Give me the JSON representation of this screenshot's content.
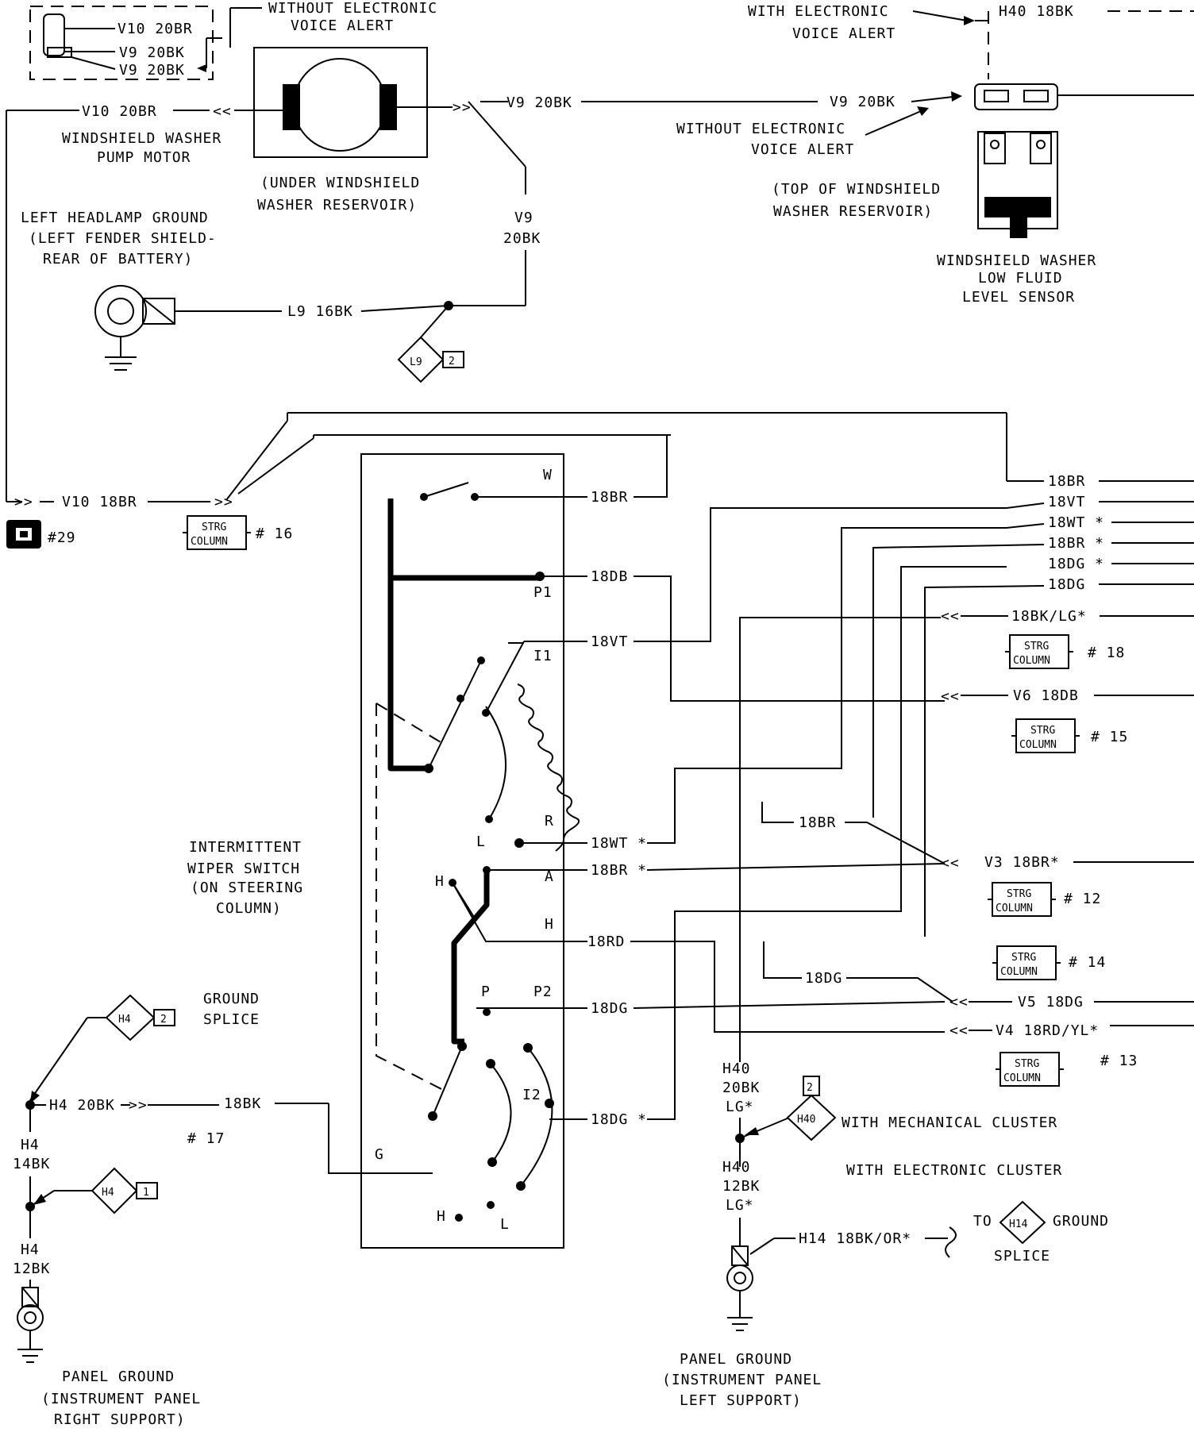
{
  "colors": {
    "ink": "#000000",
    "paper": "#ffffff"
  },
  "top_left": {
    "v10_20br_a": "V10 20BR",
    "v9_20bk_a": "V9 20BK",
    "v9_20bk_b": "V9 20BK",
    "without_alert_1": "WITHOUT ELECTRONIC",
    "without_alert_2": "VOICE ALERT",
    "v10_20br_b": "V10 20BR",
    "pump_1": "WINDSHIELD WASHER",
    "pump_2": "PUMP MOTOR",
    "under_1": "(UNDER WINDSHIELD",
    "under_2": "WASHER RESERVOIR)",
    "v9_20bk_c": "V9 20BK",
    "v9_vert_1": "V9",
    "v9_vert_2": "20BK",
    "headlamp_1": "LEFT HEADLAMP GROUND",
    "headlamp_2": "(LEFT FENDER SHIELD-",
    "headlamp_3": "REAR OF BATTERY)",
    "l9_16bk": "L9 16BK",
    "l9_splice": "L9",
    "l9_splice_num": "2"
  },
  "top_right": {
    "with_alert_1": "WITH ELECTRONIC",
    "with_alert_2": "VOICE ALERT",
    "h40_18bk": "H40 18BK",
    "v9_20bk": "V9 20BK",
    "without_alert_1": "WITHOUT ELECTRONIC",
    "without_alert_2": "VOICE ALERT",
    "top_res_1": "(TOP OF WINDSHIELD",
    "top_res_2": "WASHER RESERVOIR)",
    "sensor_1": "WINDSHIELD WASHER",
    "sensor_2": "LOW FLUID",
    "sensor_3": "LEVEL SENSOR"
  },
  "left_mid": {
    "v10_18br": "V10 18BR",
    "connector_ref": "#29",
    "strg_1": "STRG",
    "strg_2": "COLUMN",
    "strg_num": "# 16"
  },
  "switch": {
    "title_1": "INTERMITTENT",
    "title_2": "WIPER SWITCH",
    "title_3": "(ON STEERING",
    "title_4": "COLUMN)",
    "term_w": "W",
    "term_p1": "P1",
    "term_i1": "I1",
    "term_r": "R",
    "term_l_top": "L",
    "term_h_left": "H",
    "term_a": "A",
    "term_h_right": "H",
    "term_p": "P",
    "term_p2": "P2",
    "term_i2": "I2",
    "term_g": "G",
    "term_h_bottom": "H",
    "term_l_bottom": "L",
    "w_18br": "18BR",
    "w_18db": "18DB",
    "w_18vt": "18VT",
    "w_18wt": "18WT *",
    "w_18br_star": "18BR *",
    "w_18rd": "18RD",
    "w_18dg": "18DG",
    "w_18dg_star": "18DG *",
    "w_18bk": "18BK"
  },
  "right_side": {
    "r_18br": "18BR",
    "r_18vt": "18VT",
    "r_18wt": "18WT *",
    "r_18br_star": "18BR *",
    "r_18dg_star": "18DG *",
    "r_18dg": "18DG",
    "r_18bk_lg": "18BK/LG*",
    "strg_18": "# 18",
    "v6_18db": "V6 18DB",
    "strg_15": "# 15",
    "mid_18br": "18BR",
    "v3_18br": "V3 18BR*",
    "strg_12": "# 12",
    "strg_14": "# 14",
    "mid_18dg": "18DG",
    "v5_18dg": "V5 18DG",
    "v4_18rd_yl": "V4 18RD/YL*",
    "strg_13": "# 13",
    "strg_1": "STRG",
    "strg_2": "COLUMN"
  },
  "bottom_left": {
    "h4_splice": "H4",
    "h4_splice_num": "2",
    "ground_splice_1": "GROUND",
    "ground_splice_2": "SPLICE",
    "h4_20bk": "H4 20BK",
    "to_18bk": "18BK",
    "ref_17": "# 17",
    "h4_14bk_1": "H4",
    "h4_14bk_2": "14BK",
    "h4_splice2": "H4",
    "h4_splice2_num": "1",
    "h4_12bk_1": "H4",
    "h4_12bk_2": "12BK",
    "panel_1": "PANEL GROUND",
    "panel_2": "(INSTRUMENT PANEL",
    "panel_3": "RIGHT SUPPORT)"
  },
  "bottom_center": {
    "h40_20bk_1": "H40",
    "h40_20bk_2": "20BK",
    "h40_20bk_3": "LG*",
    "h40_splice": "H40",
    "h40_splice_num": "2",
    "mech_cluster": "WITH MECHANICAL CLUSTER",
    "elec_cluster": "WITH ELECTRONIC CLUSTER",
    "h40_12bk_1": "H40",
    "h40_12bk_2": "12BK",
    "h40_12bk_3": "LG*",
    "h14": "H14 18BK/OR*",
    "to_h14_to": "TO",
    "to_h14_splice": "H14",
    "to_h14_ground": "GROUND",
    "to_h14_splice_word": "SPLICE",
    "panel_1": "PANEL GROUND",
    "panel_2": "(INSTRUMENT PANEL",
    "panel_3": "LEFT SUPPORT)"
  }
}
